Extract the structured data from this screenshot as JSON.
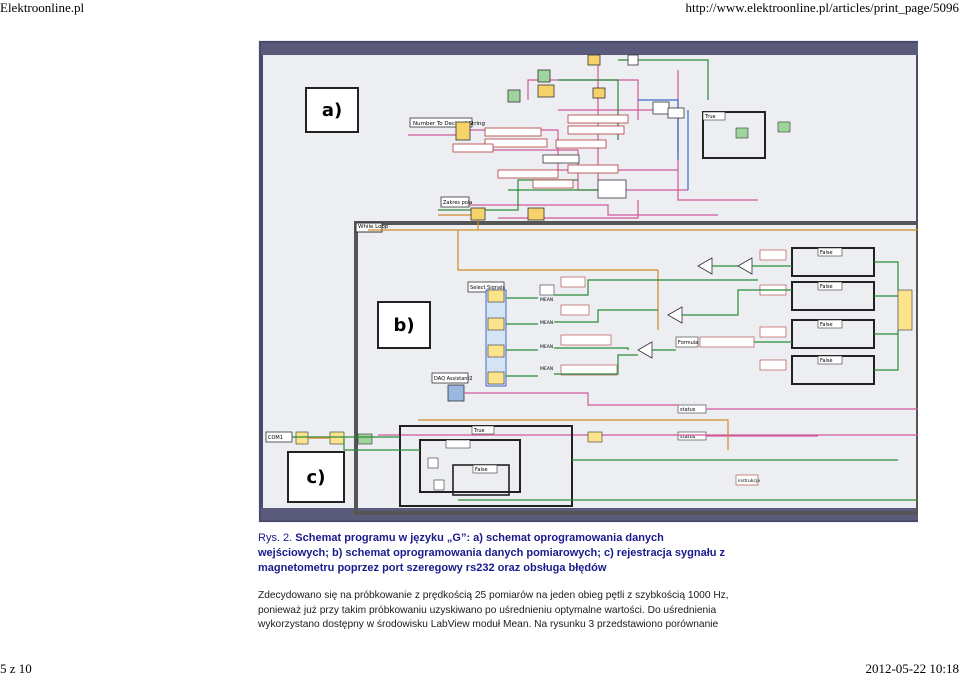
{
  "header": {
    "site": "Elektroonline.pl",
    "url": "http://www.elektroonline.pl/articles/print_page/5096"
  },
  "footer": {
    "page": "5 z 10",
    "datetime": "2012-05-22 10:18"
  },
  "figure": {
    "label_a": "a)",
    "label_b": "b)",
    "label_c": "c)",
    "blocks": {
      "number_to_decimal": "Number To Decimal String",
      "while_loop": "While Loop",
      "select_signals": "Select Signals",
      "daq_assistant": "DAQ Assistant2",
      "zakres_pola": "Zakres pola",
      "true": "True",
      "false": "False",
      "formula": "Formula",
      "mean": "MEAN",
      "com1": "COM1",
      "status": "status",
      "instrukcje": "instrukcje"
    }
  },
  "caption": {
    "prefix": "Rys. 2.",
    "title": "Schemat programu w języku „G”: a) schemat oprogramowania danych wejściowych; b) schemat oprogramowania danych pomiarowych; c) rejestracja sygnału z magnetometru poprzez port szeregowy rs232 oraz obsługa błędów"
  },
  "body": {
    "line1": "Zdecydowano się na próbkowanie z prędkością 25 pomiarów na jeden obieg pętli z szybkością 1000 Hz,",
    "line2": "ponieważ już przy takim próbkowaniu uzyskiwano po uśrednieniu optymalne wartości. Do uśrednienia",
    "line3": "wykorzystano dostępny w środowisku LabView moduł Mean. Na rysunku 3 przedstawiono porównanie"
  }
}
